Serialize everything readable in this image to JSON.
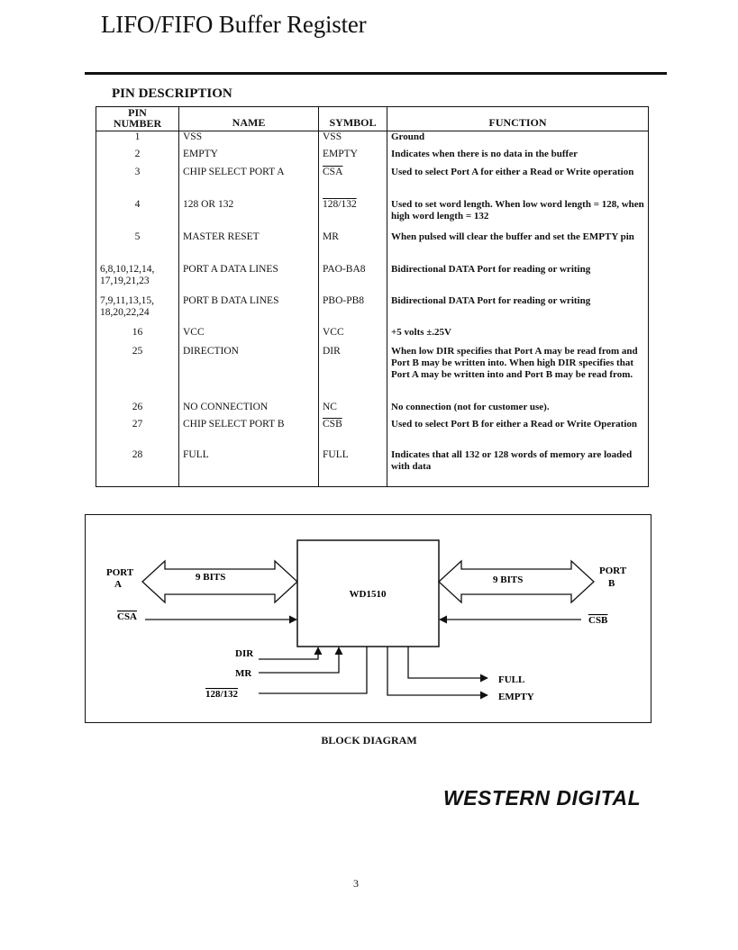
{
  "page": {
    "title": "LIFO/FIFO Buffer Register",
    "section_title": "PIN DESCRIPTION",
    "page_number": "3",
    "brand": "WESTERN DIGITAL"
  },
  "table": {
    "headers": {
      "pin_line1": "PIN",
      "pin_line2": "NUMBER",
      "name": "NAME",
      "symbol": "SYMBOL",
      "function": "FUNCTION"
    },
    "rows": [
      {
        "pin": "1",
        "name": "VSS",
        "symbol": "VSS",
        "function": "Ground"
      },
      {
        "pin": "2",
        "name": "EMPTY",
        "symbol": "EMPTY",
        "function": "Indicates when there is no data in the buffer"
      },
      {
        "pin": "3",
        "name": "CHIP SELECT PORT A",
        "symbol": "CSA",
        "function": "Used to select Port A for either a Read or Write operation"
      },
      {
        "pin": "4",
        "name": "128 OR 132",
        "symbol": "128/132",
        "function": "Used to set word length. When low word length = 128, when high word length = 132"
      },
      {
        "pin": "5",
        "name": "MASTER RESET",
        "symbol": "MR",
        "function": "When pulsed will clear the buffer and set the EMPTY pin"
      },
      {
        "pin": "6,8,10,12,14, 17,19,21,23",
        "name": "PORT A DATA LINES",
        "symbol": "PAO-BA8",
        "function": "Bidirectional DATA Port for reading or writing"
      },
      {
        "pin": "7,9,11,13,15, 18,20,22,24",
        "name": "PORT B DATA LINES",
        "symbol": "PBO-PB8",
        "function": "Bidirectional DATA Port for reading or writing"
      },
      {
        "pin": "16",
        "name": "VCC",
        "symbol": "VCC",
        "function": "+5 volts ±.25V"
      },
      {
        "pin": "25",
        "name": "DIRECTION",
        "symbol": "DIR",
        "function": "When low DIR specifies that Port A may be read from and Port B may be written into. When high DIR specifies that Port A may be written into and Port B may be read from."
      },
      {
        "pin": "26",
        "name": "NO CONNECTION",
        "symbol": "NC",
        "function": "No connection (not for customer use)."
      },
      {
        "pin": "27",
        "name": "CHIP SELECT PORT B",
        "symbol": "CSB",
        "function": "Used to select Port B for either a Read or Write Operation"
      },
      {
        "pin": "28",
        "name": "FULL",
        "symbol": "FULL",
        "function": "Indicates that all 132 or 128 words of memory are loaded with data"
      }
    ]
  },
  "diagram": {
    "chip": "WD1510",
    "port_a": "PORT",
    "port_a_letter": "A",
    "port_b": "PORT",
    "port_b_letter": "B",
    "bits_a": "9 BITS",
    "bits_b": "9 BITS",
    "csa": "CSA",
    "csb": "CSB",
    "dir": "DIR",
    "mr": "MR",
    "sel": "128/132",
    "full": "FULL",
    "empty": "EMPTY",
    "caption": "BLOCK DIAGRAM"
  }
}
